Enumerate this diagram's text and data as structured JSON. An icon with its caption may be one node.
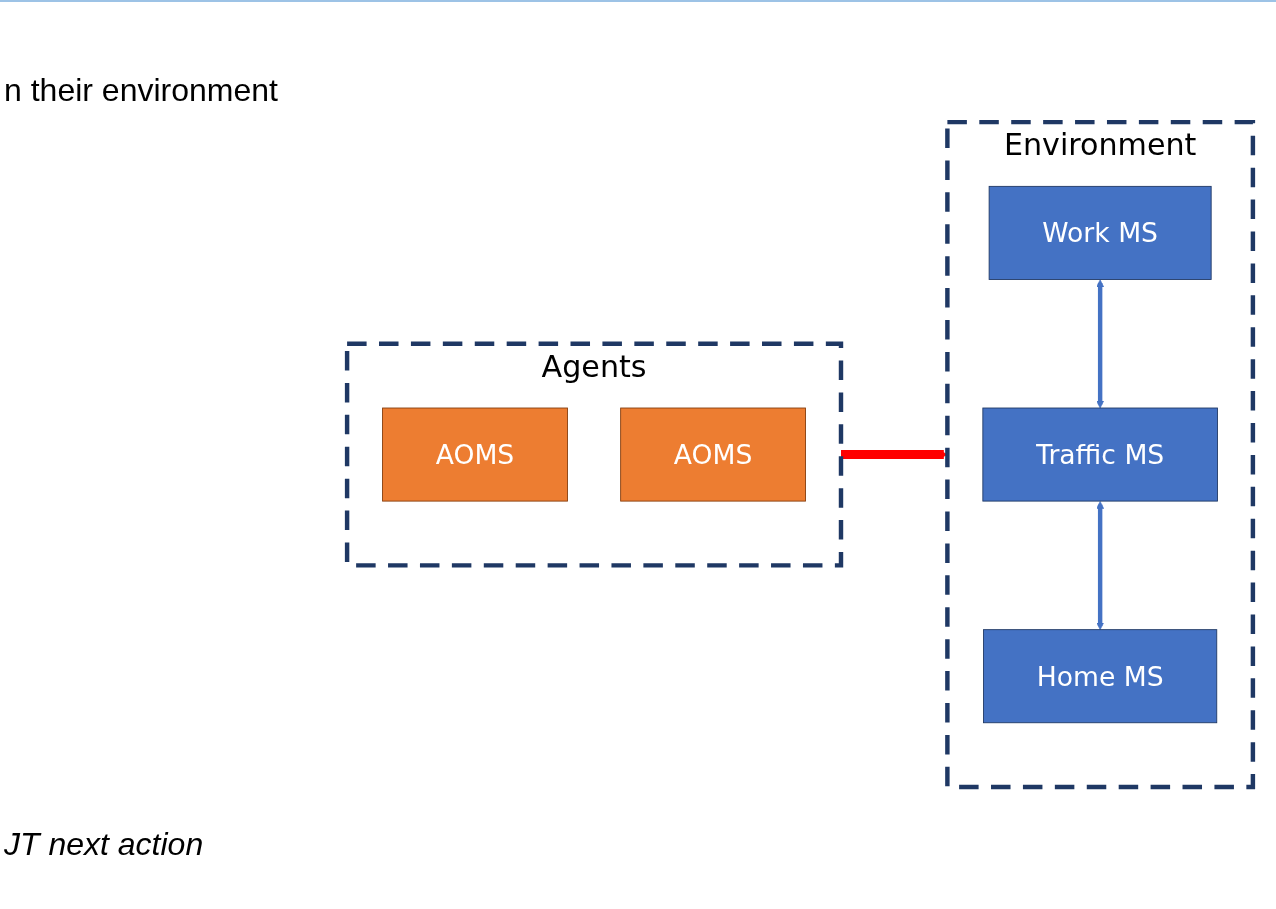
{
  "diagram": {
    "nodes": [
      {
        "text": [
          "Agents"
        ]
      },
      {
        "text": [
          "AOMS"
        ],
        "in": 0
      },
      {
        "text": [
          "AOMS"
        ],
        "in": 0
      },
      {
        "text": [
          "Environment"
        ]
      },
      {
        "text": [
          "Work MS"
        ],
        "in": 3
      },
      {
        "text": [
          "Traffic MS"
        ],
        "in": 3
      },
      {
        "text": [
          "Home MS"
        ],
        "in": 3
      }
    ],
    "edges": [
      {
        "from": 0,
        "to": 3,
        "arrow": "to",
        "style": "thick",
        "color": "#ff0000"
      },
      {
        "from": 4,
        "to": 5,
        "arrow": "both"
      },
      {
        "from": 5,
        "to": 6,
        "arrow": "both"
      }
    ],
    "labels": [
      "n their environment",
      "JT next action"
    ]
  }
}
